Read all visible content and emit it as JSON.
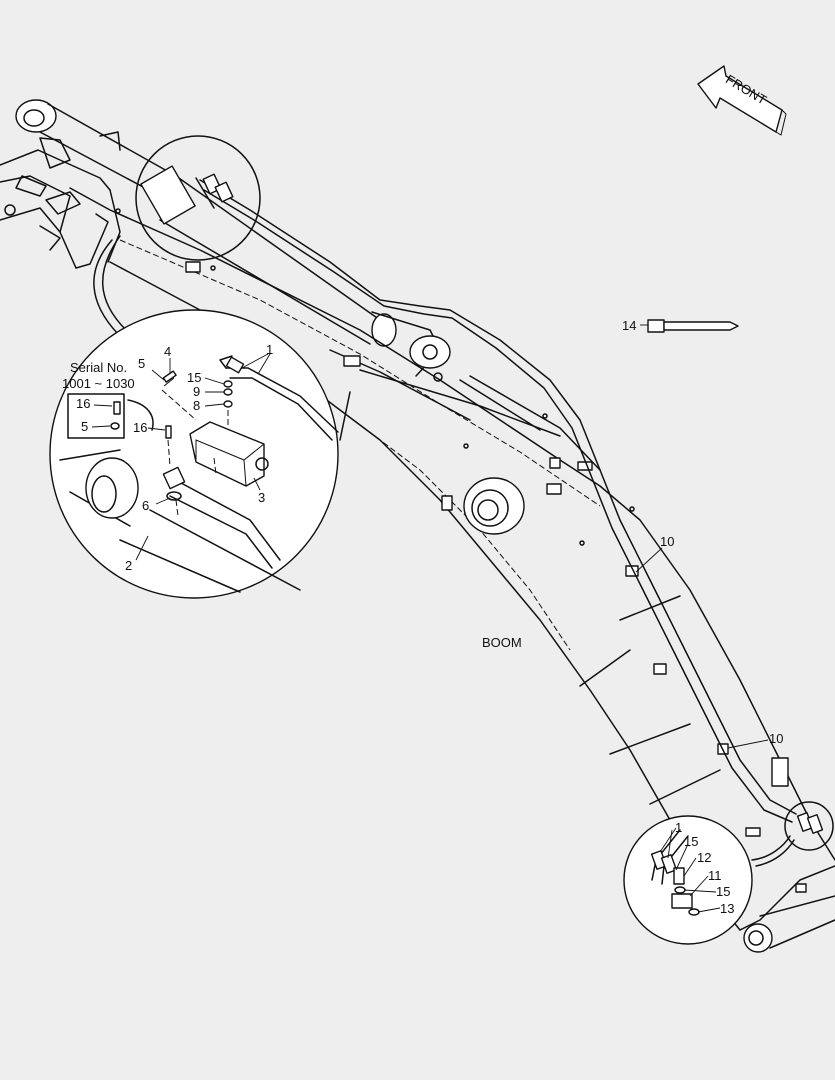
{
  "diagram": {
    "front_label": "FRONT",
    "boom_label": "BOOM",
    "serial": {
      "title": "Serial No.",
      "range": "1001 ~ 1030"
    },
    "callouts": {
      "c1a": "1",
      "c2": "2",
      "c3": "3",
      "c4": "4",
      "c5a": "5",
      "c5b": "5",
      "c6": "6",
      "c8": "8",
      "c9": "9",
      "c14": "14",
      "c15a": "15",
      "c16a": "16",
      "c16b": "16",
      "c10a": "10",
      "c10b": "10",
      "c1b": "1",
      "c15b": "15",
      "c12": "12",
      "c11": "11",
      "c15c": "15",
      "c13": "13"
    }
  }
}
